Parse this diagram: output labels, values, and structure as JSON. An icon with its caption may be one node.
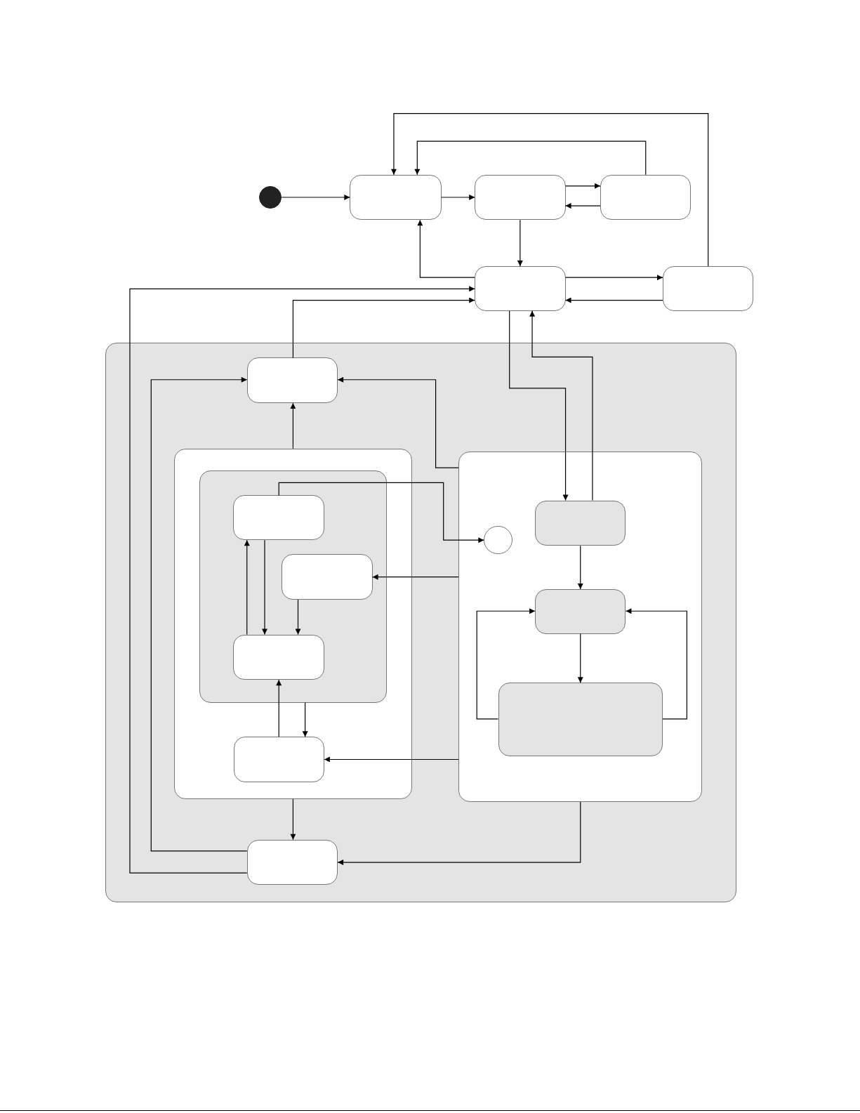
{
  "diagram": {
    "nodes": [
      {
        "text": [],
        "shape": "circle"
      },
      {
        "text": [],
        "shape": "box"
      },
      {
        "text": [],
        "shape": "box"
      },
      {
        "text": [],
        "shape": "box"
      },
      {
        "text": [],
        "shape": "box"
      },
      {
        "text": [],
        "shape": "box"
      },
      {
        "text": [],
        "shape": "box"
      },
      {
        "text": [],
        "shape": "box",
        "in": 6
      },
      {
        "text": [],
        "shape": "box",
        "in": 6
      },
      {
        "text": [],
        "shape": "box",
        "in": 8
      },
      {
        "text": [],
        "shape": "box",
        "in": 9
      },
      {
        "text": [],
        "shape": "box",
        "in": 9
      },
      {
        "text": [],
        "shape": "box",
        "in": 9
      },
      {
        "text": [],
        "shape": "box",
        "in": 8
      },
      {
        "text": [],
        "shape": "box",
        "in": 6
      },
      {
        "text": [],
        "shape": "circle",
        "in": 14
      },
      {
        "text": [],
        "shape": "box",
        "in": 14
      },
      {
        "text": [],
        "shape": "box",
        "in": 14
      },
      {
        "text": [],
        "shape": "box",
        "in": 14
      },
      {
        "text": [],
        "shape": "box",
        "in": 6
      }
    ],
    "edges": [
      {
        "from": 0,
        "to": 1,
        "arrow": "to"
      },
      {
        "from": 1,
        "to": 2,
        "arrow": "to"
      },
      {
        "from": 2,
        "to": 3,
        "arrow": "to"
      },
      {
        "from": 3,
        "to": 2,
        "arrow": "to"
      },
      {
        "from": 3,
        "to": 1,
        "arrow": "to"
      },
      {
        "from": 5,
        "to": 1,
        "arrow": "to"
      },
      {
        "from": 2,
        "to": 4,
        "arrow": "to"
      },
      {
        "from": 4,
        "to": 1,
        "arrow": "to"
      },
      {
        "from": 4,
        "to": 5,
        "arrow": "to"
      },
      {
        "from": 5,
        "to": 4,
        "arrow": "to"
      },
      {
        "from": 19,
        "to": 4,
        "arrow": "to"
      },
      {
        "from": 7,
        "to": 4,
        "arrow": "to"
      },
      {
        "from": 4,
        "to": 16,
        "arrow": "to"
      },
      {
        "from": 16,
        "to": 4,
        "arrow": "to"
      },
      {
        "from": 19,
        "to": 7,
        "arrow": "to"
      },
      {
        "from": 14,
        "to": 7,
        "arrow": "to"
      },
      {
        "from": 8,
        "to": 7,
        "arrow": "to"
      },
      {
        "from": 10,
        "to": 15,
        "arrow": "to"
      },
      {
        "from": 14,
        "to": 11,
        "arrow": "to"
      },
      {
        "from": 12,
        "to": 10,
        "arrow": "to"
      },
      {
        "from": 10,
        "to": 12,
        "arrow": "to"
      },
      {
        "from": 11,
        "to": 12,
        "arrow": "to"
      },
      {
        "from": 13,
        "to": 12,
        "arrow": "to"
      },
      {
        "from": 9,
        "to": 13,
        "arrow": "to"
      },
      {
        "from": 14,
        "to": 13,
        "arrow": "to"
      },
      {
        "from": 8,
        "to": 19,
        "arrow": "to"
      },
      {
        "from": 14,
        "to": 19,
        "arrow": "to"
      },
      {
        "from": 16,
        "to": 17,
        "arrow": "to"
      },
      {
        "from": 17,
        "to": 18,
        "arrow": "to"
      },
      {
        "from": 18,
        "to": 17,
        "arrow": "to"
      },
      {
        "from": 18,
        "to": 17,
        "arrow": "to"
      }
    ]
  }
}
